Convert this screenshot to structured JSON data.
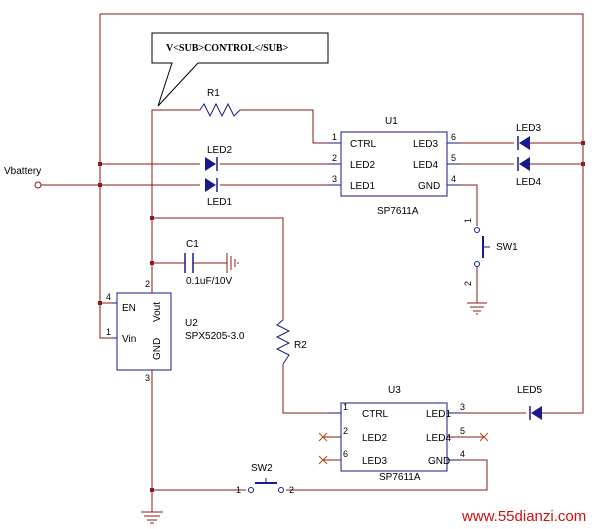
{
  "colors": {
    "wire": "#8b1a1a",
    "component": "#1a1a8b",
    "junction": "#8b1a1a",
    "nc_mark": "#b24a10",
    "watermark": "#cc1010",
    "text": "#000000"
  },
  "callout": {
    "text": "V<SUB>CONTROL</SUB>"
  },
  "net_labels": {
    "vbattery": "Vbattery"
  },
  "r1": {
    "ref": "R1"
  },
  "r2": {
    "ref": "R2"
  },
  "c1": {
    "ref": "C1",
    "value": "0.1uF/10V"
  },
  "u1": {
    "ref": "U1",
    "part": "SP7611A",
    "pins": {
      "ctrl": "CTRL",
      "led2": "LED2",
      "led1": "LED1",
      "led3": "LED3",
      "led4": "LED4",
      "gnd": "GND"
    },
    "pin_numbers": {
      "ctrl": "1",
      "led2": "2",
      "led1": "3",
      "led3": "6",
      "led4": "5",
      "gnd": "4"
    }
  },
  "u2": {
    "ref": "U2",
    "part": "SPX5205-3.0",
    "pins": {
      "en": "EN",
      "vin": "Vin",
      "vout": "Vout",
      "gnd": "GND"
    },
    "pin_numbers": {
      "en": "4",
      "vin": "1",
      "vout": "2",
      "gnd": "3"
    }
  },
  "u3": {
    "ref": "U3",
    "part": "SP7611A",
    "pins": {
      "ctrl": "CTRL",
      "led2": "LED2",
      "led3": "LED3",
      "led1": "LED1",
      "led4": "LED4",
      "gnd": "GND"
    },
    "pin_numbers": {
      "ctrl": "1",
      "led2": "2",
      "led3": "6",
      "led1": "3",
      "led4": "5",
      "gnd": "4"
    }
  },
  "leds": {
    "led1": "LED1",
    "led2": "LED2",
    "led3": "LED3",
    "led4": "LED4",
    "led5": "LED5"
  },
  "sw1": {
    "ref": "SW1",
    "pin1": "1",
    "pin2": "2"
  },
  "sw2": {
    "ref": "SW2",
    "pin1": "1",
    "pin2": "2"
  },
  "watermark": {
    "text": "www.55dianzi.com"
  }
}
